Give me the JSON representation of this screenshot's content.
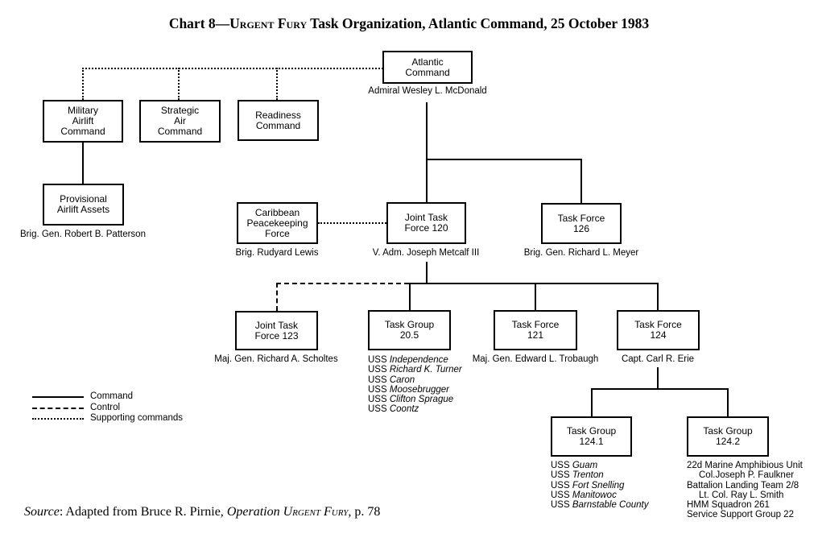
{
  "title": {
    "p1": "Chart 8—",
    "p2": "Urgent Fury",
    "p3": " Task Organization, Atlantic Command, 25 October 1983"
  },
  "nodes": {
    "atlantic": {
      "label": "Atlantic\nCommand",
      "name": "Admiral Wesley L. McDonald"
    },
    "mac": {
      "label": "Military\nAirlift\nCommand"
    },
    "sac": {
      "label": "Strategic\nAir\nCommand"
    },
    "readiness": {
      "label": "Readiness\nCommand"
    },
    "paa": {
      "label": "Provisional\nAirlift Assets",
      "name": "Brig. Gen. Robert B. Patterson"
    },
    "cpf": {
      "label": "Caribbean\nPeacekeeping\nForce",
      "name": "Brig. Rudyard Lewis"
    },
    "jtf120": {
      "label": "Joint Task\nForce 120",
      "name": "V. Adm. Joseph Metcalf III"
    },
    "tf126": {
      "label": "Task Force\n126",
      "name": "Brig. Gen. Richard L. Meyer"
    },
    "jtf123": {
      "label": "Joint Task\nForce 123",
      "name": "Maj. Gen. Richard A. Scholtes"
    },
    "tg205": {
      "label": "Task Group\n20.5"
    },
    "tf121": {
      "label": "Task Force\n121",
      "name": "Maj. Gen. Edward L. Trobaugh"
    },
    "tf124": {
      "label": "Task Force\n124",
      "name": "Capt. Carl R. Erie"
    },
    "tg1241": {
      "label": "Task Group\n124.1"
    },
    "tg1242": {
      "label": "Task Group\n124.2"
    }
  },
  "ship_prefix": "USS",
  "tg205_ships": [
    "Independence",
    "Richard K. Turner",
    "Caron",
    "Moosebrugger",
    "Clifton Sprague",
    "Coontz"
  ],
  "tg1241_ships": [
    "Guam",
    "Trenton",
    "Fort Snelling",
    "Manitowoc",
    "Barnstable County"
  ],
  "tg1242_units": [
    "22d Marine Amphibious Unit",
    "Col.Joseph P. Faulkner",
    "Battalion Landing Team 2/8",
    "Lt. Col. Ray L. Smith",
    "HMM Squadron 261",
    "Service Support Group 22"
  ],
  "legend": {
    "command": "Command",
    "control": "Control",
    "supporting": "Supporting commands"
  },
  "source": {
    "s1": "Source",
    "s2": ": Adapted from Bruce R. Pirnie, ",
    "s3": "Operation ",
    "s4": "Urgent Fury",
    "s5": ", p. 78"
  },
  "colors": {
    "ink": "#000000",
    "background": "#ffffff"
  }
}
